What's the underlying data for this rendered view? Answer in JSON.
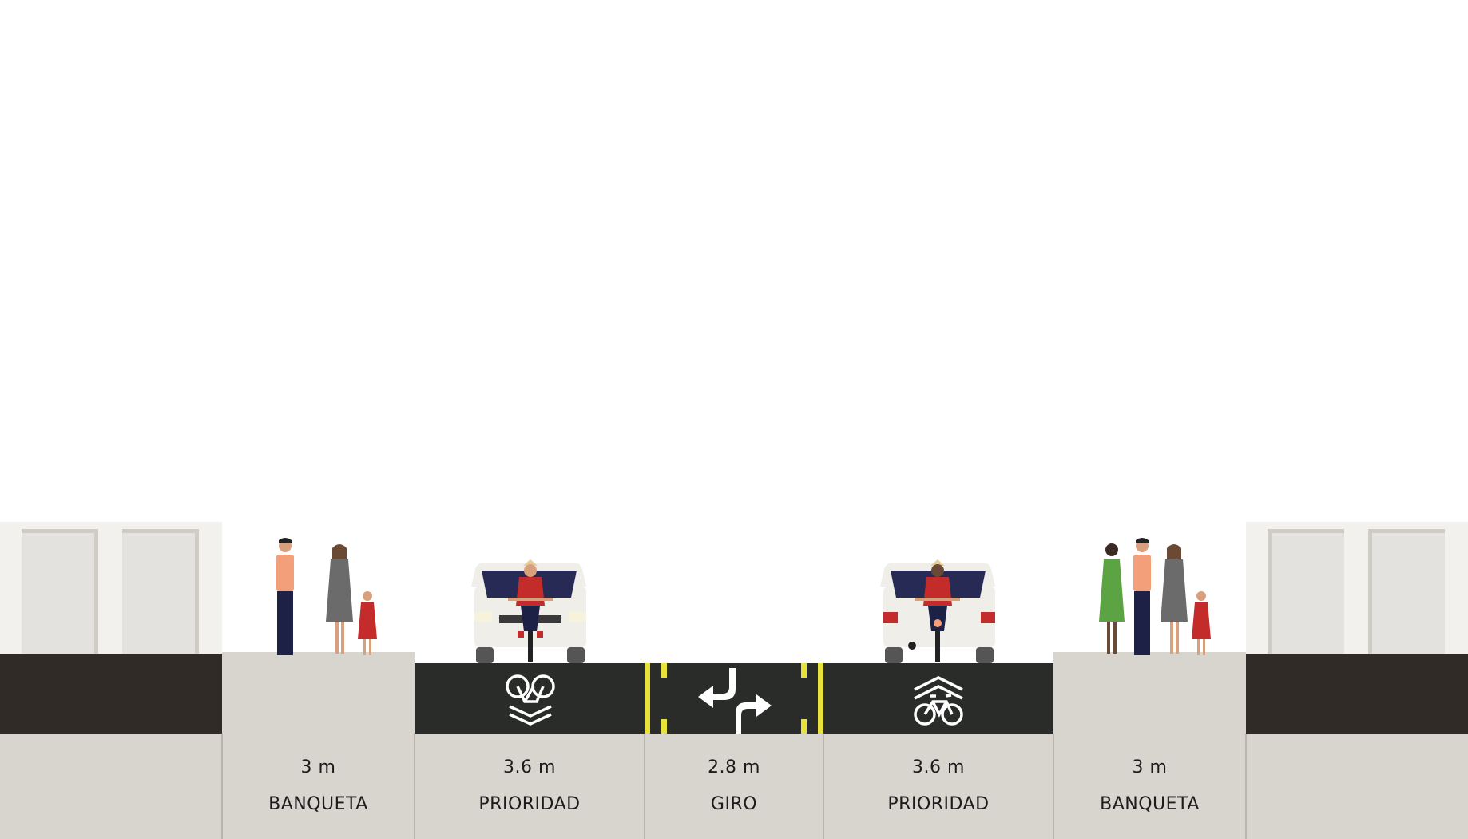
{
  "segments": [
    {
      "id": "banqueta-left",
      "width": "3 m",
      "name": "BANQUETA"
    },
    {
      "id": "prioridad-left",
      "width": "3.6 m",
      "name": "PRIORIDAD"
    },
    {
      "id": "giro",
      "width": "2.8 m",
      "name": "GIRO"
    },
    {
      "id": "prioridad-right",
      "width": "3.6 m",
      "name": "PRIORIDAD"
    },
    {
      "id": "banqueta-right",
      "width": "3 m",
      "name": "BANQUETA"
    }
  ],
  "colors": {
    "sky": "#ffffff",
    "building": "#f2f1ed",
    "door": "#e4e2de",
    "door_frame": "#cfccc6",
    "soil": "#312b28",
    "sidewalk": "#d8d5cf",
    "asphalt": "#2a2c2a",
    "lane_line": "#e8e23a",
    "marking": "#ffffff"
  },
  "icons": {
    "prioridad_left_marking": "bike-sharrow-down-icon",
    "giro_marking": "two-way-left-turn-arrows-icon",
    "prioridad_right_marking": "bike-sharrow-up-icon"
  }
}
